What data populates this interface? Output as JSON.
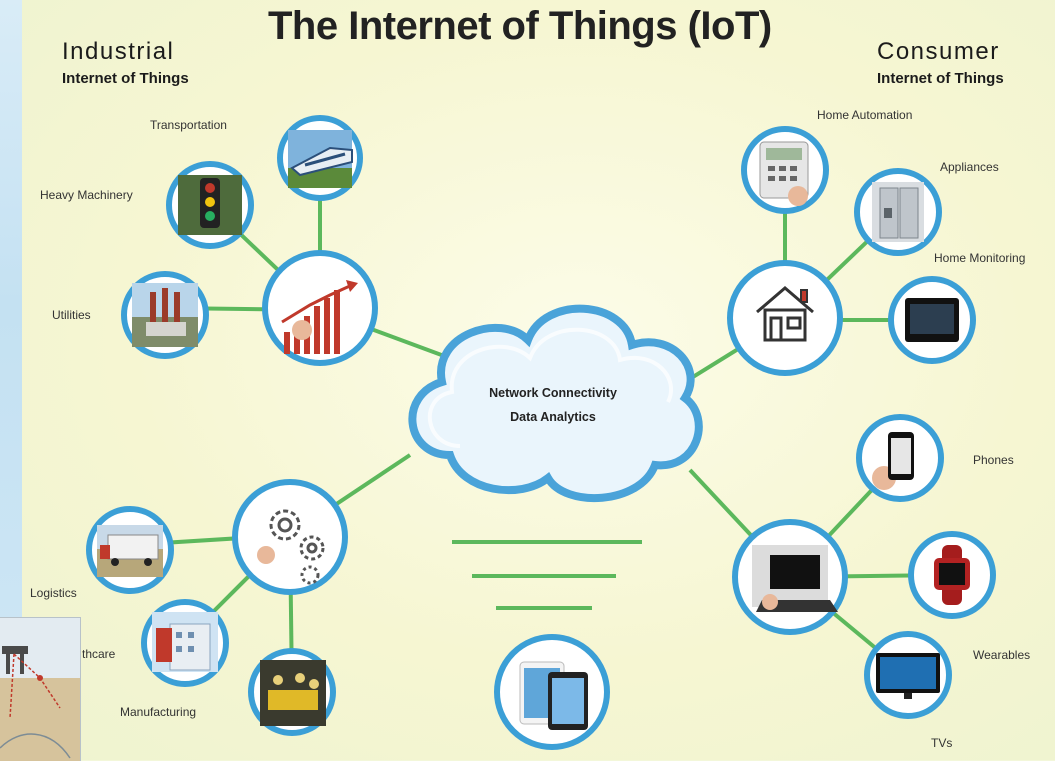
{
  "title": "The Internet of Things (IoT)",
  "industrial": {
    "heading": "Industrial",
    "subheading": "Internet of Things"
  },
  "consumer": {
    "heading": "Consumer",
    "subheading": "Internet of Things"
  },
  "cloud": {
    "line1": "Network Connectivity",
    "line2": "Data Analytics"
  },
  "labels": {
    "transportation": "Transportation",
    "heavy_machinery": "Heavy Machinery",
    "utilities": "Utilities",
    "logistics": "Logistics",
    "healthcare": "thcare",
    "manufacturing": "Manufacturing",
    "home_automation": "Home Automation",
    "appliances": "Appliances",
    "home_monitoring": "Home Monitoring",
    "phones": "Phones",
    "wearables": "Wearables",
    "tvs": "TVs"
  },
  "colors": {
    "ring": "#3b9fd6",
    "connector": "#5cb85c",
    "cloud": "#e6f3fb",
    "cloud_edge": "#4aa3d9"
  },
  "icons": {
    "train": "train-icon",
    "traffic_light": "traffic-light-icon",
    "factory": "factory-icon",
    "growth_chart": "growth-chart-icon",
    "gears": "gears-icon",
    "truck": "truck-icon",
    "hospital": "hospital-icon",
    "workers": "workers-icon",
    "keypad": "keypad-icon",
    "fridge": "fridge-icon",
    "house": "house-icon",
    "thermostat": "thermostat-icon",
    "laptop": "laptop-icon",
    "phone": "phone-icon",
    "smartwatch": "smartwatch-icon",
    "tv": "tv-icon",
    "tablet": "tablet-icon"
  }
}
